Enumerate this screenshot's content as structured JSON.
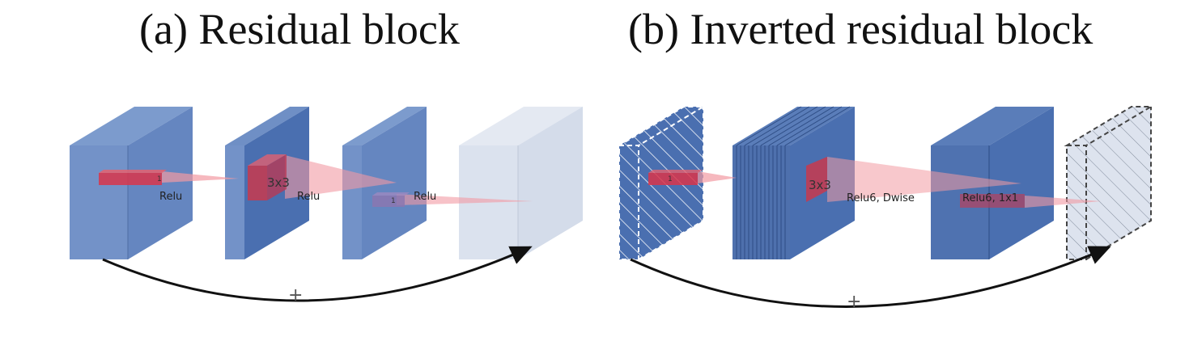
{
  "titles": {
    "a": "(a) Residual block",
    "b": "(b) Inverted residual block"
  },
  "residual": {
    "kernel_small": "1",
    "kernel_mid": "3x3",
    "kernel_small_2": "1",
    "activation_1": "Relu",
    "activation_2": "Relu",
    "activation_3": "Relu",
    "skip_symbol": "+"
  },
  "inverted": {
    "kernel_small": "1",
    "kernel_mid": "3x3",
    "activation_1": "Relu6, Dwise",
    "activation_2": "Relu6, 1x1",
    "skip_symbol": "+"
  },
  "colors": {
    "block_front": "#6f8fc5",
    "block_side": "#5a7db9",
    "block_dark": "#4a6fb0",
    "block_light": "#d9e1ee",
    "kernel_red": "#d9354a",
    "cone_pink": "#f4a3ab",
    "arrow": "#111111"
  }
}
